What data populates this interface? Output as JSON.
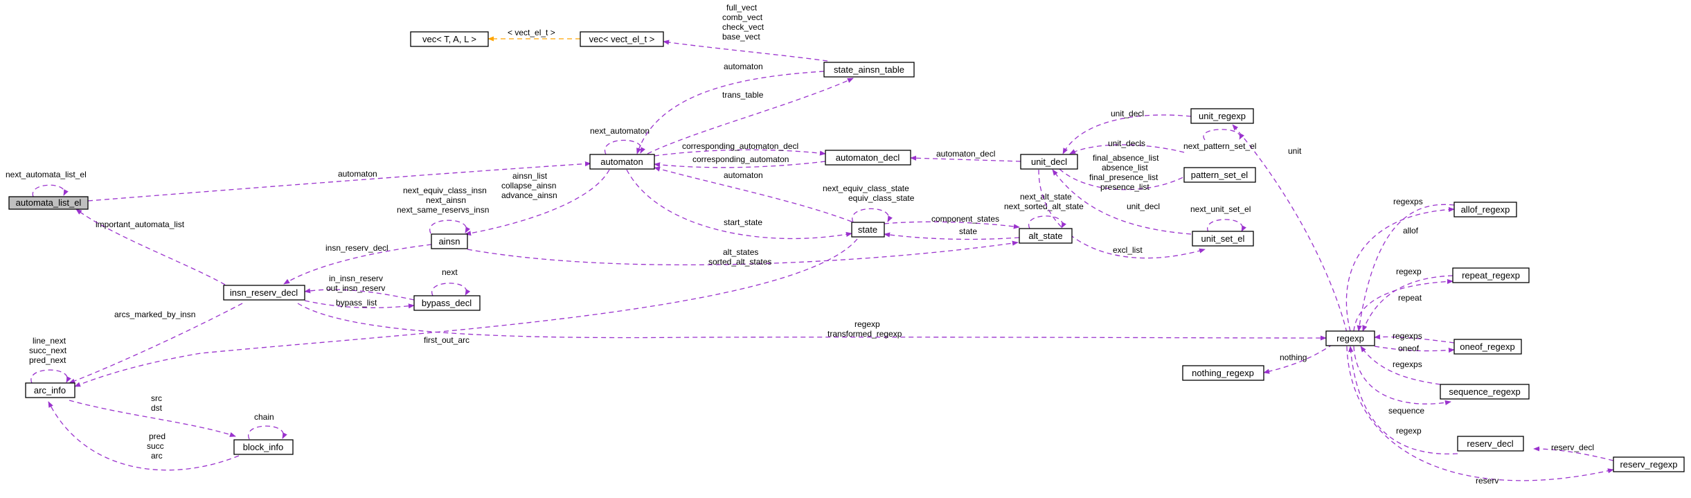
{
  "colors": {
    "usage_edge": "#9a32cd",
    "template_edge": "#ffa500",
    "selected_fill": "#bfbfbf",
    "node_border": "#000000"
  },
  "nodes": {
    "automata_list_el": "automata_list_el",
    "vec_tal": "vec< T, A, L >",
    "vec_vect_el_t": "vec< vect_el_t >",
    "state_ainsn_table": "state_ainsn_table",
    "automaton": "automaton",
    "automaton_decl": "automaton_decl",
    "unit_decl": "unit_decl",
    "unit_regexp": "unit_regexp",
    "pattern_set_el": "pattern_set_el",
    "ainsn": "ainsn",
    "state": "state",
    "alt_state": "alt_state",
    "unit_set_el": "unit_set_el",
    "insn_reserv_decl": "insn_reserv_decl",
    "bypass_decl": "bypass_decl",
    "arc_info": "arc_info",
    "block_info": "block_info",
    "regexp": "regexp",
    "nothing_regexp": "nothing_regexp",
    "allof_regexp": "allof_regexp",
    "repeat_regexp": "repeat_regexp",
    "oneof_regexp": "oneof_regexp",
    "sequence_regexp": "sequence_regexp",
    "reserv_decl": "reserv_decl",
    "reserv_regexp": "reserv_regexp"
  },
  "edge_labels": {
    "next_automata_list_el": [
      "next_automata_list_el"
    ],
    "template_vect": [
      "< vect_el_t >"
    ],
    "table_vects": [
      "full_vect",
      "comb_vect",
      "check_vect",
      "base_vect"
    ],
    "table_automaton": [
      "automaton"
    ],
    "trans_table": [
      "trans_table"
    ],
    "next_automaton": [
      "next_automaton"
    ],
    "automata_list_automaton": [
      "automaton"
    ],
    "corresponding_automaton_decl": [
      "corresponding_automaton_decl"
    ],
    "corresponding_automaton": [
      "corresponding_automaton"
    ],
    "automaton_decl": [
      "automaton_decl"
    ],
    "unit_decl_top": [
      "unit_decl"
    ],
    "unit": [
      "unit"
    ],
    "unit_decls": [
      "unit_decls"
    ],
    "next_pattern_set_el": [
      "next_pattern_set_el"
    ],
    "pattern_lists": [
      "final_absence_list",
      "absence_list",
      "final_presence_list",
      "presence_list"
    ],
    "ainsn_lists": [
      "ainsn_list",
      "collapse_ainsn",
      "advance_ainsn"
    ],
    "ainsn_self": [
      "next_equiv_class_insn",
      "next_ainsn",
      "next_same_reservs_insn"
    ],
    "state_automaton": [
      "automaton"
    ],
    "state_self": [
      "next_equiv_class_state",
      "equiv_class_state"
    ],
    "start_state": [
      "start_state"
    ],
    "alt_state_self": [
      "next_alt_state",
      "next_sorted_alt_state"
    ],
    "component_states": [
      "component_states"
    ],
    "alt_state_state": [
      "state"
    ],
    "unit_decl_alt": [
      "unit_decl"
    ],
    "next_unit_set_el": [
      "next_unit_set_el"
    ],
    "excl_list": [
      "excl_list"
    ],
    "important_automata_list": [
      "important_automata_list"
    ],
    "insn_reserv_decl": [
      "insn_reserv_decl"
    ],
    "alt_states": [
      "alt_states",
      "sorted_alt_states"
    ],
    "next_bypass": [
      "next"
    ],
    "insn_reserv": [
      "in_insn_reserv",
      "out_insn_reserv"
    ],
    "bypass_list": [
      "bypass_list"
    ],
    "regexp_edge": [
      "regexp",
      "transformed_regexp"
    ],
    "arcs_marked_by_insn": [
      "arcs_marked_by_insn"
    ],
    "first_out_arc": [
      "first_out_arc"
    ],
    "arc_self": [
      "line_next",
      "succ_next",
      "pred_next"
    ],
    "src_dst": [
      "src",
      "dst"
    ],
    "chain": [
      "chain"
    ],
    "pred_succ_arc": [
      "pred",
      "succ",
      "arc"
    ],
    "nothing": [
      "nothing"
    ],
    "allof_regexps": [
      "regexps"
    ],
    "allof": [
      "allof"
    ],
    "repeat_regexp": [
      "regexp"
    ],
    "repeat": [
      "repeat"
    ],
    "oneof_regexps": [
      "regexps"
    ],
    "oneof": [
      "oneof"
    ],
    "sequence_regexps": [
      "regexps"
    ],
    "sequence": [
      "sequence"
    ],
    "reserv_decl_regexp": [
      "regexp"
    ],
    "reserv_decl": [
      "reserv_decl"
    ],
    "reserv": [
      "reserv"
    ]
  }
}
